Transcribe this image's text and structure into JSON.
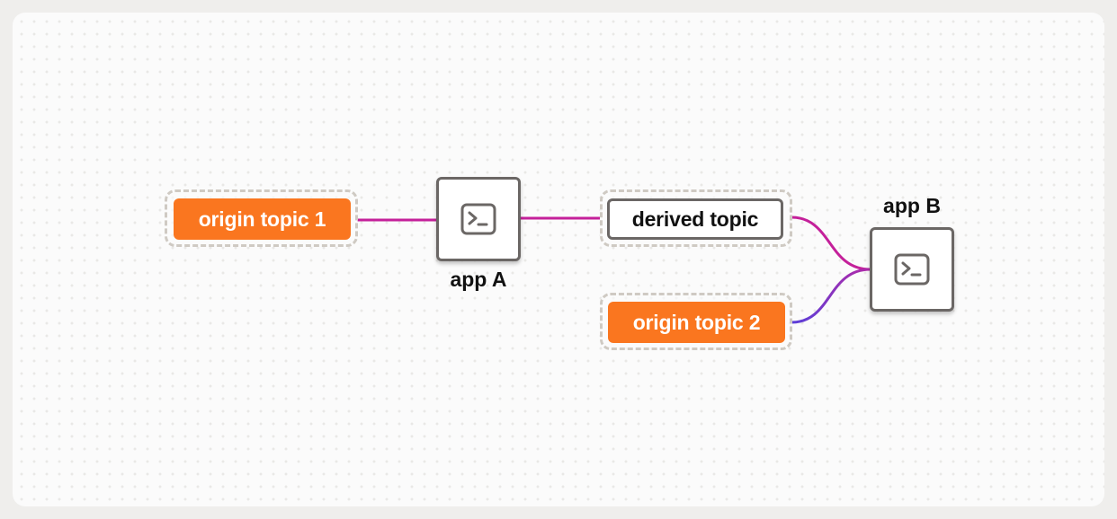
{
  "diagram": {
    "nodes": {
      "origin_topic_1": {
        "label": "origin topic 1",
        "kind": "origin-topic"
      },
      "app_a": {
        "label": "app A",
        "kind": "application",
        "icon": "terminal-icon"
      },
      "derived_topic": {
        "label": "derived topic",
        "kind": "derived-topic"
      },
      "origin_topic_2": {
        "label": "origin topic 2",
        "kind": "origin-topic"
      },
      "app_b": {
        "label": "app B",
        "kind": "application",
        "icon": "terminal-icon"
      }
    },
    "edges": [
      {
        "from": "origin topic 1",
        "to": "app A"
      },
      {
        "from": "app A",
        "to": "derived topic"
      },
      {
        "from": "derived topic",
        "to": "app B"
      },
      {
        "from": "origin topic 2",
        "to": "app B"
      }
    ],
    "colors": {
      "origin_topic": "#fa761f",
      "edge_magenta": "#c4209a",
      "edge_blue": "#5b3fd9",
      "node_border": "#6b6765",
      "dashed_frame": "#cfcac3"
    }
  }
}
